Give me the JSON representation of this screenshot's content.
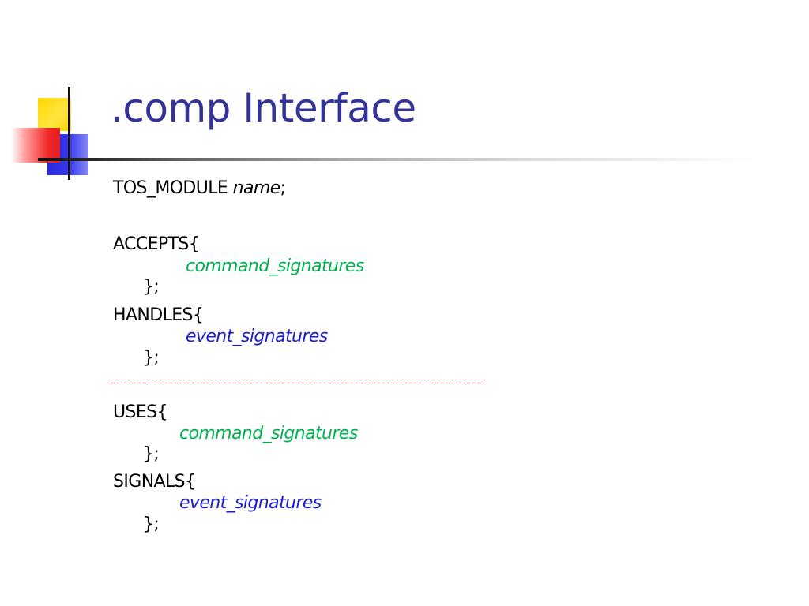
{
  "slide": {
    "title": ".comp Interface",
    "module": {
      "keyword": "TOS_MODULE",
      "name": "name",
      "terminator": ";"
    },
    "accepts": {
      "open": "ACCEPTS{",
      "item": "command_signatures",
      "close": "};"
    },
    "handles": {
      "open": "HANDLES{",
      "item": "event_signatures",
      "close": "};"
    },
    "uses": {
      "open": "USES{",
      "item": "command_signatures",
      "close": "};"
    },
    "signals": {
      "open": "SIGNALS{",
      "item": "event_signatures",
      "close": "};"
    }
  },
  "colors": {
    "title": "#333399",
    "command_signatures": "#00b050",
    "event_signatures": "#1b1bcf",
    "divider": "#d83a3a"
  }
}
